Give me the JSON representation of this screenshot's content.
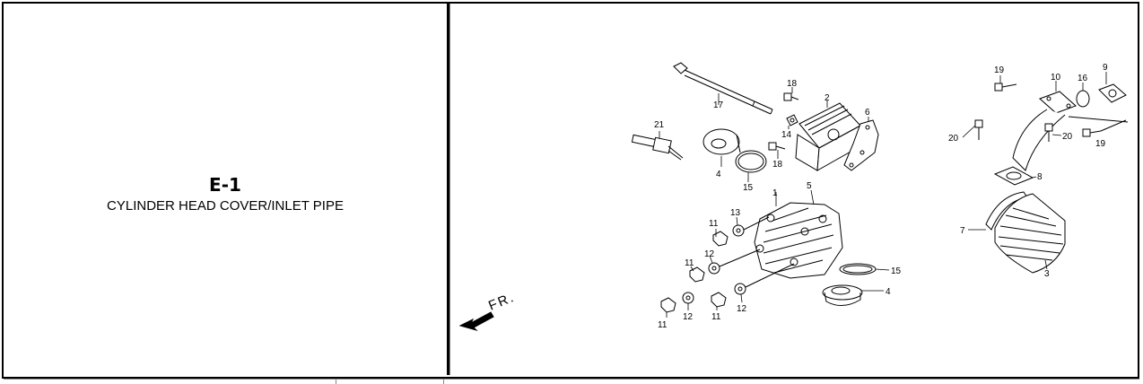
{
  "section": {
    "code": "E-1",
    "title": "CYLINDER HEAD COVER/INLET PIPE"
  },
  "diagram": {
    "direction_label": "FR.",
    "callouts": {
      "c1": "1",
      "c2": "2",
      "c3": "3",
      "c4a": "4",
      "c4b": "4",
      "c5": "5",
      "c6": "6",
      "c7": "7",
      "c8": "8",
      "c9": "9",
      "c10": "10",
      "c11a": "11",
      "c11b": "11",
      "c11c": "11",
      "c11d": "11",
      "c12a": "12",
      "c12b": "12",
      "c12c": "12",
      "c13": "13",
      "c14": "14",
      "c15a": "15",
      "c15b": "15",
      "c16": "16",
      "c17": "17",
      "c18a": "18",
      "c18b": "18",
      "c19a": "19",
      "c19b": "19",
      "c20a": "20",
      "c20b": "20",
      "c21": "21"
    }
  }
}
